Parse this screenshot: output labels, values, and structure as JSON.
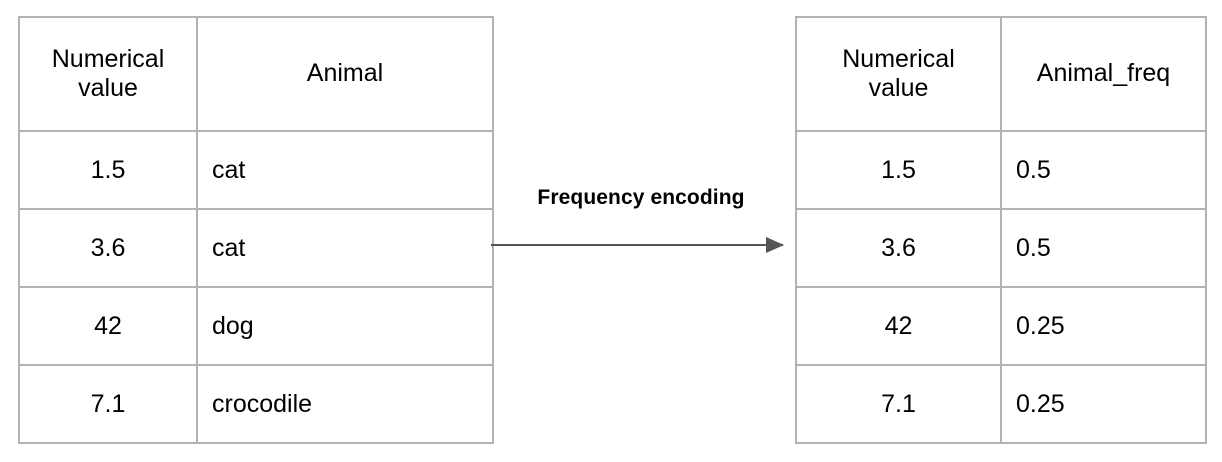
{
  "diagram": {
    "title": "Frequency encoding",
    "arrow_color": "#555555",
    "border_color": "#b2b2b2",
    "text_color": "#000000",
    "background": "#ffffff"
  },
  "transform": {
    "label": "Frequency encoding",
    "arrow_icon": "right-arrow-icon"
  },
  "table_left": {
    "headers": [
      "Numerical value",
      "Animal"
    ],
    "header_line1": "Numerical",
    "header_line2": "value",
    "header_col2": "Animal",
    "rows": [
      {
        "value": "1.5",
        "animal": "cat"
      },
      {
        "value": "3.6",
        "animal": "cat"
      },
      {
        "value": "42",
        "animal": "dog"
      },
      {
        "value": "7.1",
        "animal": "crocodile"
      }
    ]
  },
  "table_right": {
    "headers": [
      "Numerical value",
      "Animal_freq"
    ],
    "header_line1": "Numerical",
    "header_line2": "value",
    "header_col2": "Animal_freq",
    "rows": [
      {
        "value": "1.5",
        "freq": "0.5"
      },
      {
        "value": "3.6",
        "freq": "0.5"
      },
      {
        "value": "42",
        "freq": "0.25"
      },
      {
        "value": "7.1",
        "freq": "0.25"
      }
    ]
  }
}
